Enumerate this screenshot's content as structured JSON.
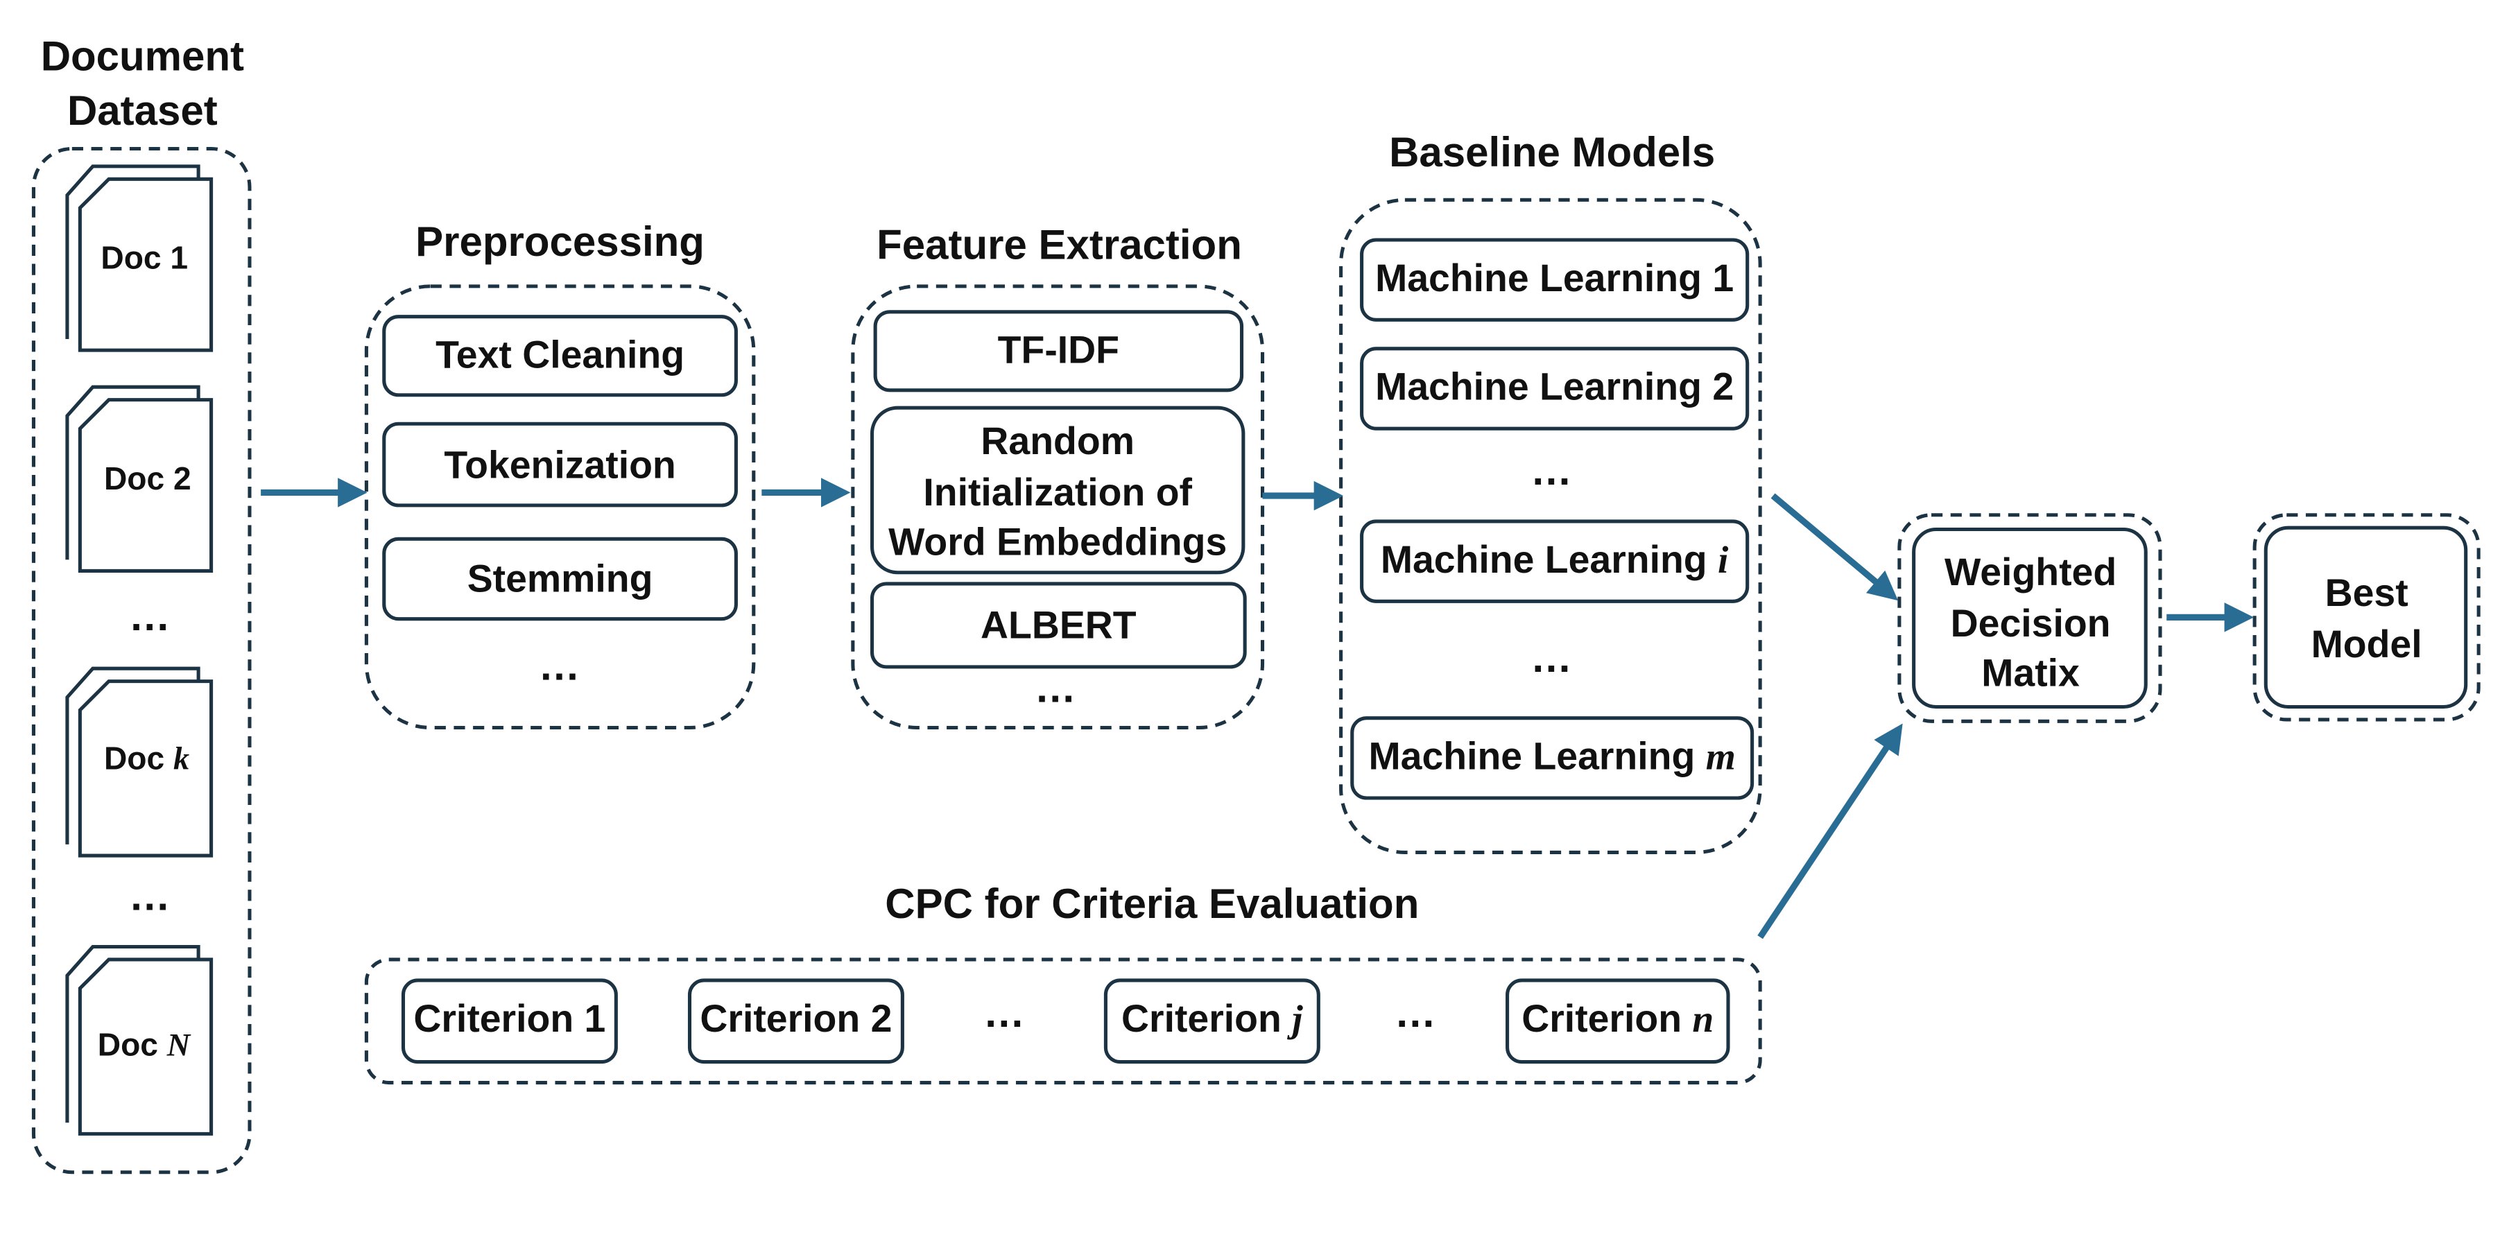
{
  "colors": {
    "arrow": "#2a6d94",
    "outline": "#1c3344",
    "text": "#111111"
  },
  "document_dataset": {
    "title": "Document Dataset",
    "docs": [
      {
        "prefix": "Doc",
        "index": "1",
        "index_italic": false
      },
      {
        "prefix": "Doc",
        "index": "2",
        "index_italic": false
      },
      {
        "prefix": "Doc",
        "index": "k",
        "index_italic": true
      },
      {
        "prefix": "Doc",
        "index": "N",
        "index_italic": true
      }
    ],
    "ellipsis": "…"
  },
  "preprocessing": {
    "title": "Preprocessing",
    "items": [
      "Text Cleaning",
      "Tokenization",
      "Stemming"
    ],
    "ellipsis": "…"
  },
  "feature_extraction": {
    "title": "Feature Extraction",
    "items": [
      "TF-IDF",
      "Random Initialization of Word Embeddings",
      "ALBERT"
    ],
    "ellipsis": "…"
  },
  "baseline_models": {
    "title": "Baseline Models",
    "prefix": "Machine Learning",
    "items": [
      {
        "index": "1",
        "index_italic": false
      },
      {
        "index": "2",
        "index_italic": false
      },
      {
        "index": "i",
        "index_italic": true
      },
      {
        "index": "m",
        "index_italic": true
      }
    ],
    "ellipsis": "…"
  },
  "cpc": {
    "title": "CPC for Criteria Evaluation",
    "prefix": "Criterion",
    "items": [
      {
        "index": "1",
        "index_italic": false
      },
      {
        "index": "2",
        "index_italic": false
      },
      {
        "index": "j",
        "index_italic": true
      },
      {
        "index": "n",
        "index_italic": true
      }
    ],
    "ellipsis": "…"
  },
  "decision_matrix": {
    "label": "Weighted Decision Matix"
  },
  "best_model": {
    "label": "Best Model"
  }
}
